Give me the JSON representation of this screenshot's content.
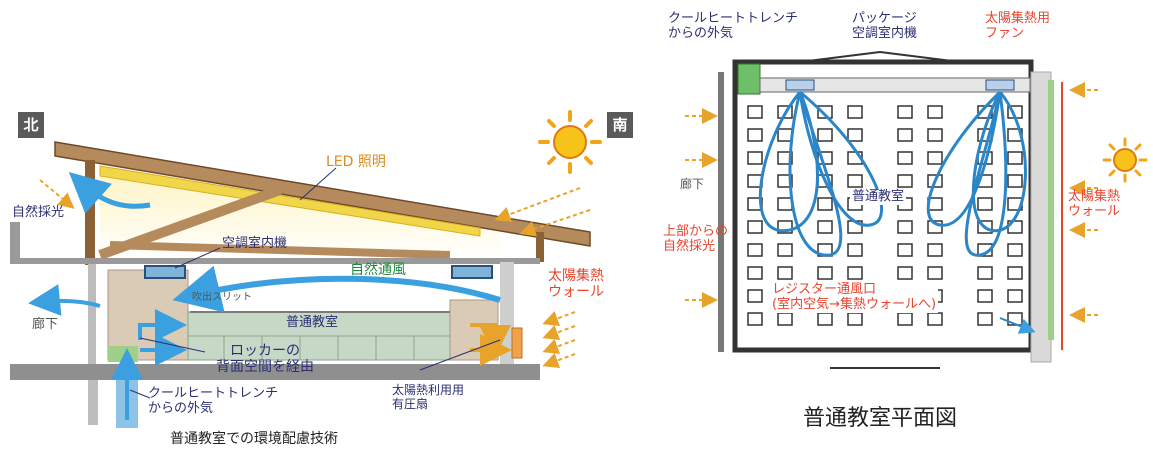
{
  "left_diagram": {
    "north": "北",
    "south": "南",
    "led": "LED 照明",
    "daylight": "自然採光",
    "ac_unit": "空調室内機",
    "natural_vent": "自然通風",
    "solar_wall": "太陽集熱\nウォール",
    "slit": "吹出スリット",
    "corridor": "廊下",
    "classroom": "普通教室",
    "locker": "ロッカーの\n背面空間を経由",
    "cool_heat_trench": "クールヒートトレンチ\nからの外気",
    "solar_fan": "太陽熱利用用\n有圧扇",
    "caption": "普通教室での環境配慮技術"
  },
  "right_diagram": {
    "cht_air": "クールヒートトレンチ\nからの外気",
    "package_ac": "パッケージ\n空調室内機",
    "solar_fan": "太陽集熱用\nファン",
    "corridor": "廊下",
    "classroom": "普通教室",
    "top_daylight": "上部からの\n自然採光",
    "register": "レジスター通風口\n(室内空気→集熱ウォールへ)",
    "solar_wall": "太陽集熱\nウォール",
    "caption": "普通教室平面図"
  }
}
